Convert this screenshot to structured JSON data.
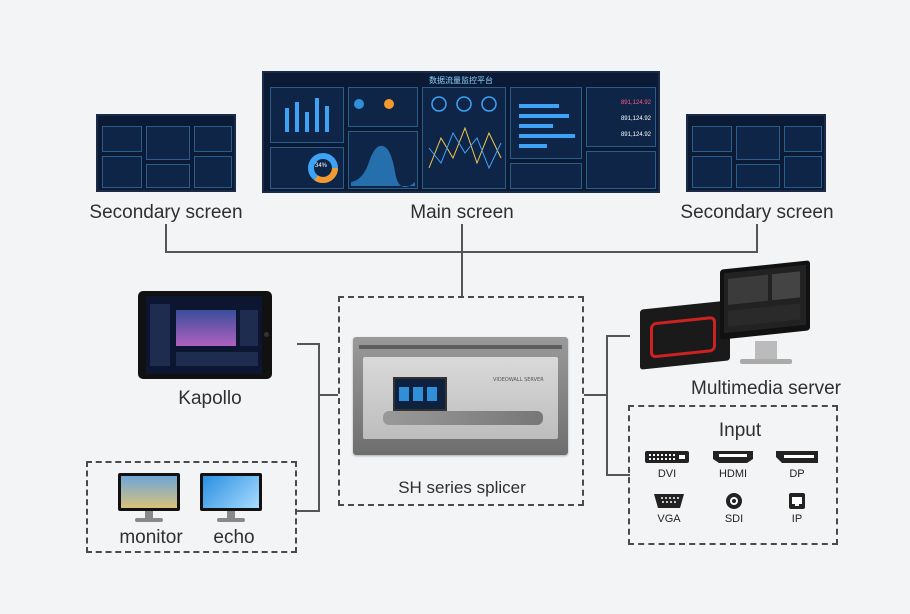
{
  "labels": {
    "secondary_left": "Secondary screen",
    "main": "Main screen",
    "secondary_right": "Secondary screen",
    "kapollo": "Kapollo",
    "splicer": "SH series splicer",
    "multimedia": "Multimedia server",
    "monitor": "monitor",
    "echo": "echo"
  },
  "main_screen": {
    "title": "数据流量监控平台",
    "values": [
      "891,124.92",
      "891,124.92",
      "891,124.92"
    ],
    "donut_percent": "34%"
  },
  "splicer": {
    "brand": "VIDEOWALL SERVER"
  },
  "input": {
    "title": "Input",
    "ports": [
      "DVI",
      "HDMI",
      "DP",
      "VGA",
      "SDI",
      "IP"
    ]
  },
  "colors": {
    "background": "#f3f4f6",
    "screen_bg": "#0b1a35",
    "accent": "#2f8fd8",
    "line": "#555555"
  }
}
